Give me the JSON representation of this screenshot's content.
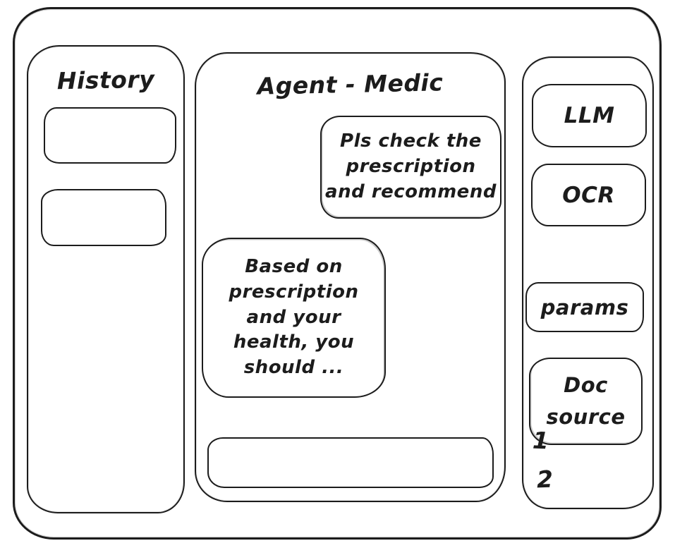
{
  "colors": {
    "stroke": "#1c1c1c",
    "background": "#ffffff"
  },
  "history_panel": {
    "title": "History",
    "items": [
      {
        "label": ""
      },
      {
        "label": ""
      }
    ]
  },
  "chat_panel": {
    "title": "Agent - Medic",
    "messages": [
      {
        "role": "user",
        "text": "Pls check the\nprescription\nand recommend"
      },
      {
        "role": "assistant",
        "text": "Based on\nprescription\nand your\nhealth, you\nshould ..."
      }
    ],
    "input": {
      "value": "",
      "placeholder": ""
    }
  },
  "tools_panel": {
    "llm_label": "LLM",
    "ocr_label": "OCR",
    "params_label": "params",
    "doc_source_label": "Doc\nsource",
    "doc_source_items": [
      "1",
      "2"
    ]
  }
}
